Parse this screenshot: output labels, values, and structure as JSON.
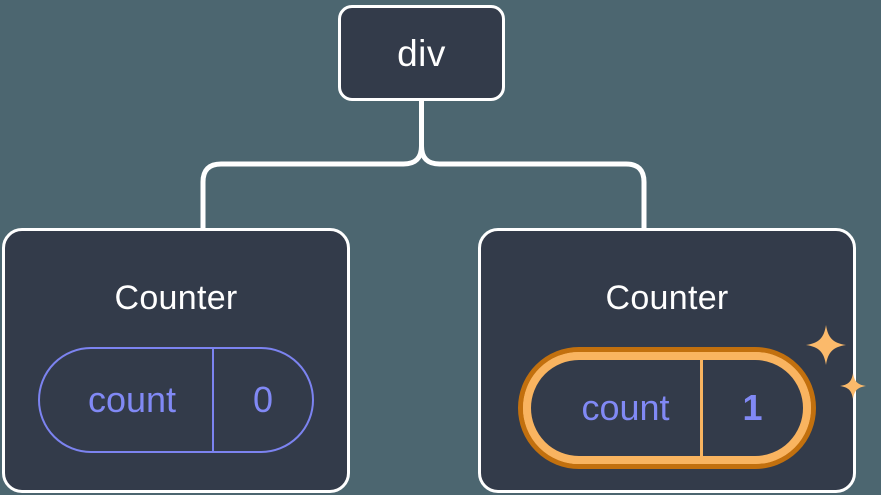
{
  "diagram": {
    "type": "component-tree",
    "background_color": "#4C6670",
    "node_fill_color": "#333B4A",
    "node_border_color": "#FFFFFF",
    "connector_color": "#FFFFFF",
    "accent_state_color": "#8189F5",
    "highlight_outer_color": "#C2700E",
    "highlight_inner_color": "#F9B460",
    "sparkle_color": "#FBBA6B"
  },
  "root": {
    "label": "div"
  },
  "children": [
    {
      "title": "Counter",
      "state": {
        "key": "count",
        "value": "0"
      },
      "highlighted": false,
      "sparkles": false
    },
    {
      "title": "Counter",
      "state": {
        "key": "count",
        "value": "1"
      },
      "highlighted": true,
      "sparkles": true
    }
  ]
}
